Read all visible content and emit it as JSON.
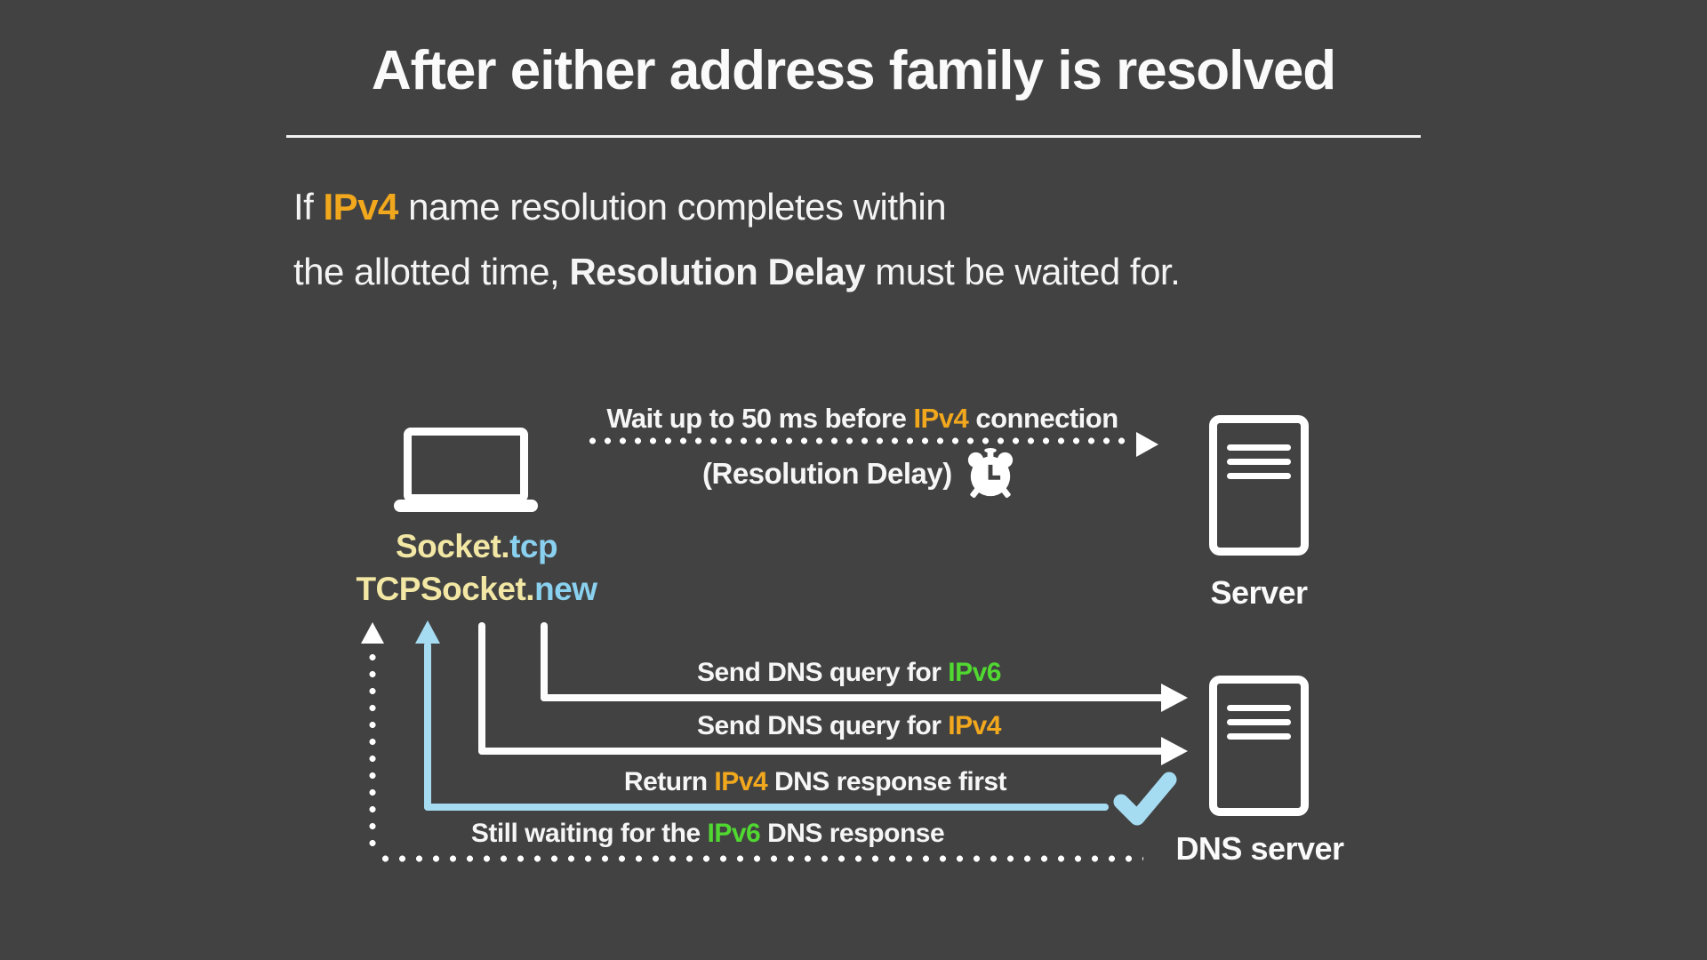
{
  "title": "After either address family is resolved",
  "intro": {
    "l1_a": "If ",
    "l1_ipv4": "IPv4",
    "l1_b": " name resolution completes within",
    "l2_a": "the allotted time, ",
    "l2_bold": "Resolution Delay",
    "l2_b": " must be waited for."
  },
  "diagram": {
    "client": {
      "icon": "laptop-icon",
      "code_line1_fn": "Socket.",
      "code_line1_method": "tcp",
      "code_line2_fn": "TCPSocket.",
      "code_line2_method": "new"
    },
    "server": {
      "icon": "server-icon",
      "label": "Server"
    },
    "dns_server": {
      "icon": "server-icon",
      "label": "DNS server"
    },
    "wait_arrow": {
      "icon": "alarm-clock-icon",
      "text_a": "Wait up to 50 ms before ",
      "text_ipv4": "IPv4",
      "text_b": " connection",
      "subtitle": "(Resolution Delay)"
    },
    "dns_query_ipv6": {
      "text_a": "Send DNS query for ",
      "highlight": "IPv6"
    },
    "dns_query_ipv4": {
      "text_a": "Send DNS query for ",
      "highlight": "IPv4"
    },
    "dns_response": {
      "icon": "checkmark-icon",
      "text_a": "Return ",
      "highlight": "IPv4",
      "text_b": " DNS response first"
    },
    "still_waiting": {
      "text_a": "Still waiting for the ",
      "highlight": "IPv6",
      "text_b": " DNS response"
    }
  },
  "colors": {
    "background": "#424242",
    "text_white": "#F7F7F7",
    "ipv4_orange": "#F2A81D",
    "ipv6_green": "#50D831",
    "blue_text": "#8AD1EF",
    "blue_line": "#A6DCF2",
    "code_yellow": "#F2E7A4"
  }
}
